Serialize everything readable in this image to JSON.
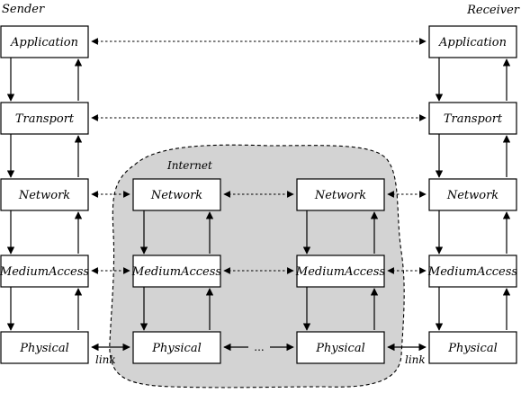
{
  "labels": {
    "sender": "Sender",
    "receiver": "Receiver",
    "internet": "Internet",
    "link_left": "link",
    "link_right": "link",
    "ellipsis": "..."
  },
  "layers": {
    "application": "Application",
    "transport": "Transport",
    "network": "Network",
    "medium_access": "MediumAccess",
    "physical": "Physical"
  },
  "colors": {
    "cloud_fill": "#d3d3d3",
    "stroke": "#000000",
    "box_fill": "#ffffff"
  }
}
